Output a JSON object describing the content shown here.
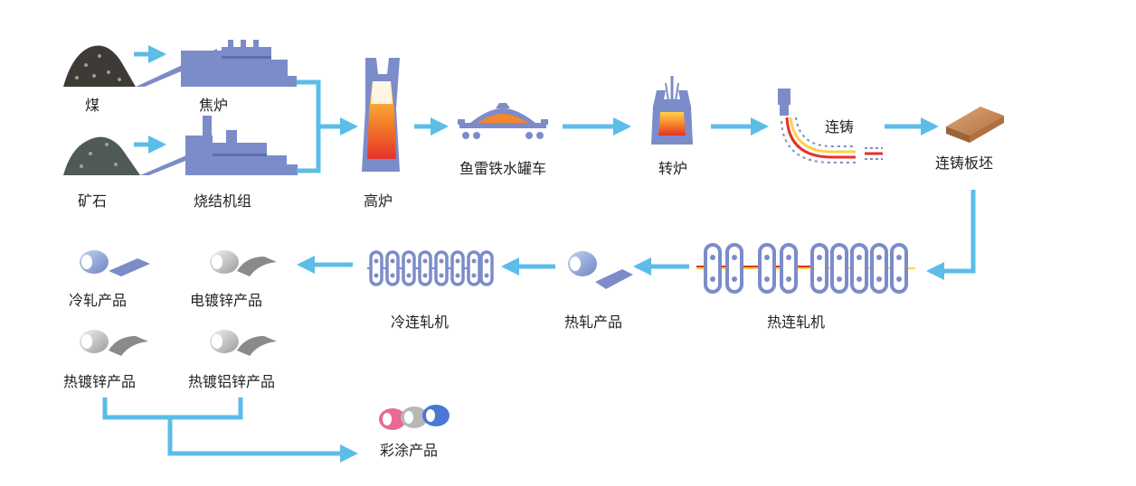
{
  "labels": {
    "coal": "煤",
    "coke_oven": "焦炉",
    "ore": "矿石",
    "sinter_plant": "烧结机组",
    "blast_furnace": "高炉",
    "torpedo_car": "鱼雷铁水罐车",
    "converter": "转炉",
    "continuous_casting": "连铸",
    "slab": "连铸板坯",
    "hot_strip_mill": "热连轧机",
    "hot_rolled": "热轧产品",
    "cold_mill": "冷连轧机",
    "cold_rolled": "冷轧产品",
    "electro_galv": "电镀锌产品",
    "hot_dip_galv": "热镀锌产品",
    "galvalume": "热镀铝锌产品",
    "color_coated": "彩涂产品"
  },
  "colors": {
    "flow_arrow": "#5bbde8",
    "equipment": "#7b8cc9",
    "equipment_dark": "#5d6fb2",
    "coal_pile": "#3e3a36",
    "ore_pile": "#4f5a58",
    "molten": "#f05a28",
    "slab": "#c98a55"
  }
}
